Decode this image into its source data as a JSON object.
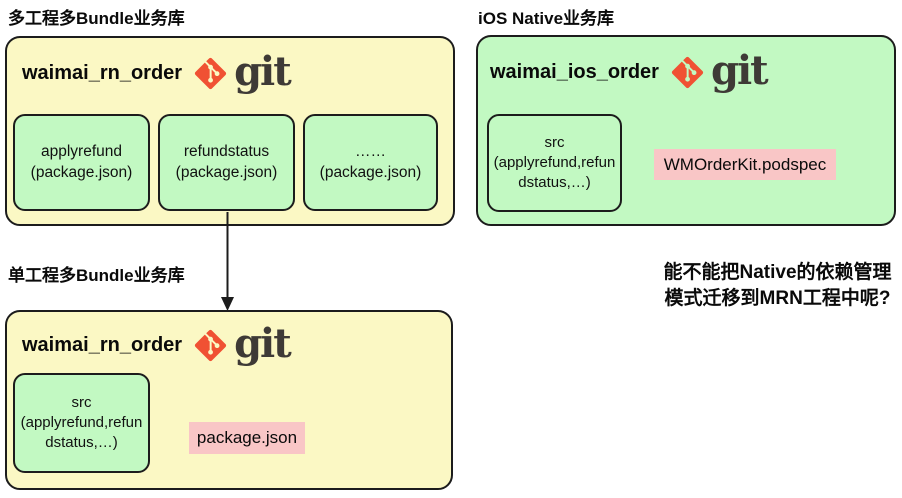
{
  "colors": {
    "container_yellow": "#fbf8c4",
    "container_green": "#c2f9c2",
    "chip_pink": "#f9c6c6",
    "git_orange": "#f05133",
    "git_wordmark": "#3e3a36",
    "border": "#1c1c1c"
  },
  "sections": {
    "multi_project": {
      "title": "多工程多Bundle业务库",
      "repo_name": "waimai_rn_order",
      "git_label": "git",
      "bundles": [
        {
          "label": "applyrefund\n(package.json)"
        },
        {
          "label": "refundstatus\n(package.json)"
        },
        {
          "label": "……\n(package.json)"
        }
      ]
    },
    "ios_native": {
      "title": "iOS Native业务库",
      "repo_name": "waimai_ios_order",
      "git_label": "git",
      "src_label": "src\n(applyrefund,refundstatus,…)",
      "podspec_label": "WMOrderKit.podspec"
    },
    "single_project": {
      "title": "单工程多Bundle业务库",
      "repo_name": "waimai_rn_order",
      "git_label": "git",
      "src_label": "src\n(applyrefund,refundstatus,…)",
      "package_label": "package.json"
    }
  },
  "annotation": {
    "question": "能不能把Native的依赖管理\n模式迁移到MRN工程中呢?"
  }
}
